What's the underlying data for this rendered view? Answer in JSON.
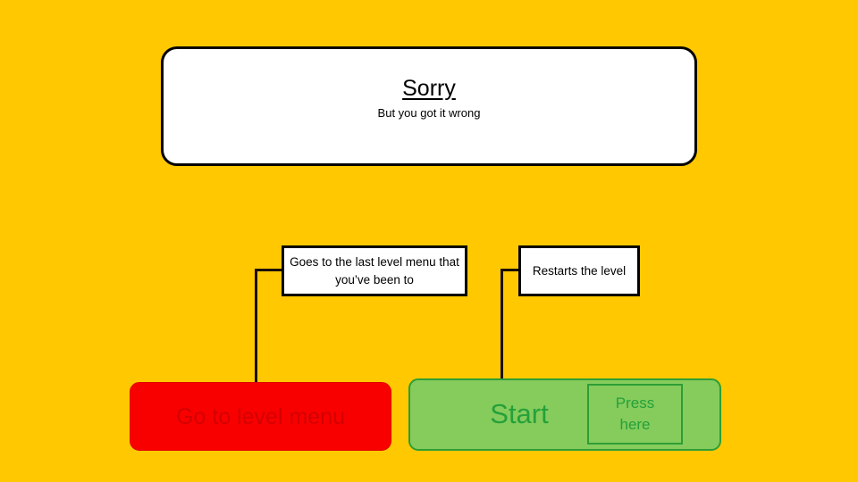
{
  "slide": {
    "background_color": "#FFC800"
  },
  "message_panel": {
    "title": "Sorry",
    "subtitle": "But you got it wrong",
    "background_color": "#FFFFFF",
    "border_color": "#000000"
  },
  "callouts": [
    {
      "name": "callout-level-menu",
      "line1": "Goes to the last level",
      "line2": "menu that you’ve been to",
      "text": "Goes to the last level menu that you’ve been to"
    },
    {
      "name": "callout-restart",
      "line1": "Restarts the",
      "line2": "level",
      "text": "Restarts the level"
    }
  ],
  "buttons": {
    "level_menu": {
      "label": "Go to level menu",
      "fill_color": "#F90000",
      "text_color": "#D40000"
    },
    "start": {
      "label": "Start",
      "fill_color": "#85CC5C",
      "text_color": "#25A03A",
      "border_color": "#2E9E35"
    },
    "press_here": {
      "line1": "Press",
      "line2": "here",
      "text_color": "#25A03A",
      "border_color": "#2E9E35"
    }
  }
}
